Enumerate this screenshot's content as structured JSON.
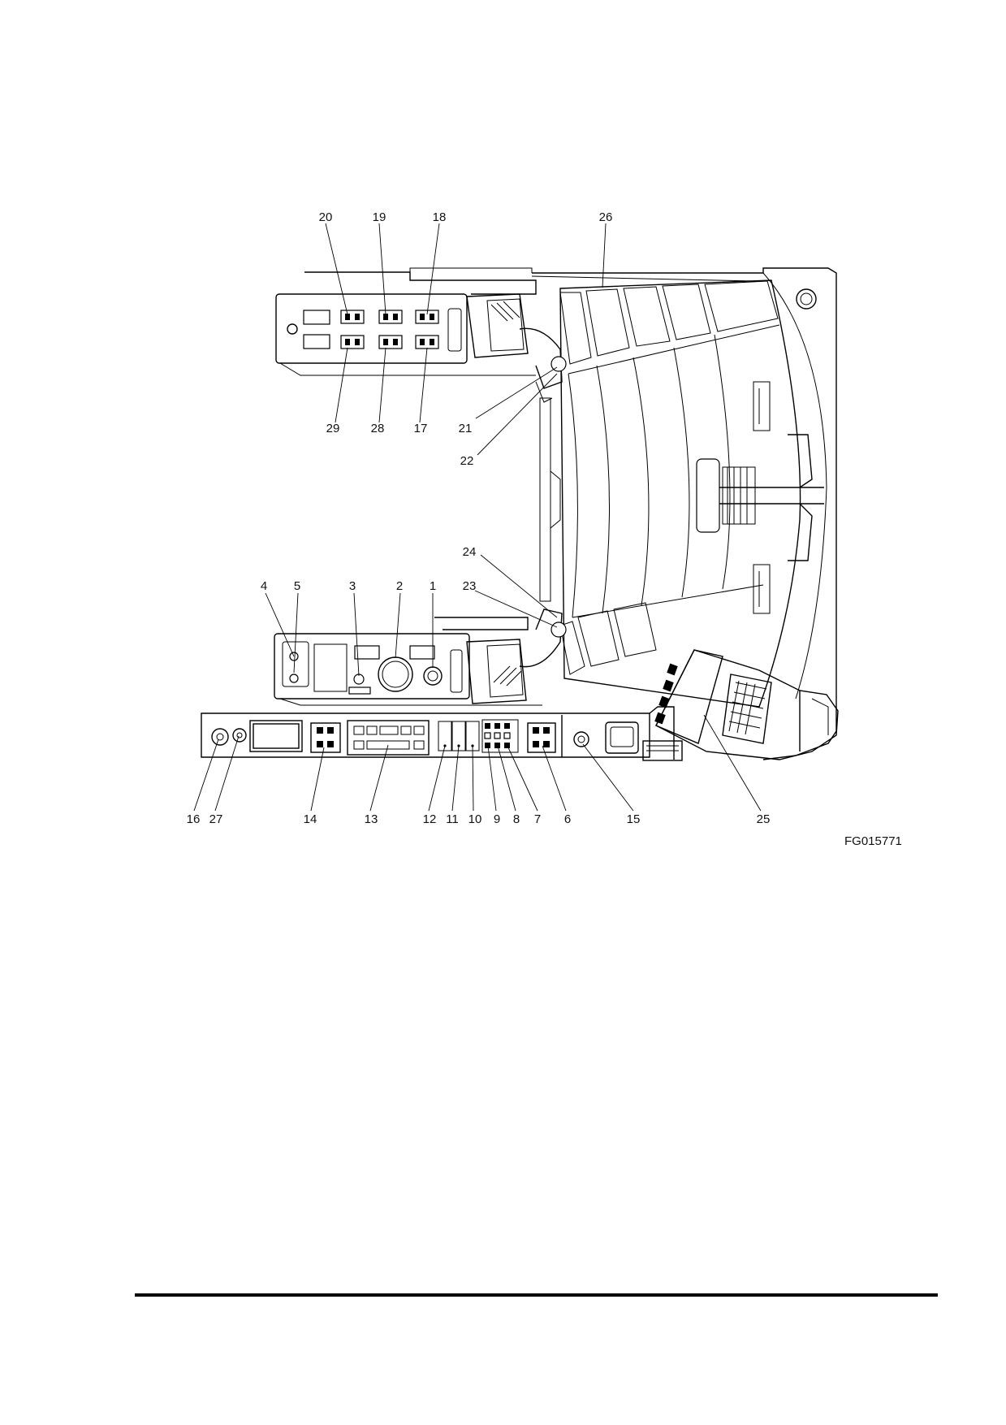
{
  "figure": {
    "code": "FG015771",
    "callouts": [
      {
        "id": "c1",
        "label": "1"
      },
      {
        "id": "c2",
        "label": "2"
      },
      {
        "id": "c3",
        "label": "3"
      },
      {
        "id": "c4",
        "label": "4"
      },
      {
        "id": "c5",
        "label": "5"
      },
      {
        "id": "c6",
        "label": "6"
      },
      {
        "id": "c7",
        "label": "7"
      },
      {
        "id": "c8",
        "label": "8"
      },
      {
        "id": "c9",
        "label": "9"
      },
      {
        "id": "c10",
        "label": "10"
      },
      {
        "id": "c11",
        "label": "11"
      },
      {
        "id": "c12",
        "label": "12"
      },
      {
        "id": "c13",
        "label": "13"
      },
      {
        "id": "c14",
        "label": "14"
      },
      {
        "id": "c15",
        "label": "15"
      },
      {
        "id": "c16",
        "label": "16"
      },
      {
        "id": "c17",
        "label": "17"
      },
      {
        "id": "c18",
        "label": "18"
      },
      {
        "id": "c19",
        "label": "19"
      },
      {
        "id": "c20",
        "label": "20"
      },
      {
        "id": "c21",
        "label": "21"
      },
      {
        "id": "c22",
        "label": "22"
      },
      {
        "id": "c23",
        "label": "23"
      },
      {
        "id": "c24",
        "label": "24"
      },
      {
        "id": "c25",
        "label": "25"
      },
      {
        "id": "c26",
        "label": "26"
      },
      {
        "id": "c27",
        "label": "27"
      },
      {
        "id": "c28",
        "label": "28"
      },
      {
        "id": "c29",
        "label": "29"
      }
    ]
  }
}
